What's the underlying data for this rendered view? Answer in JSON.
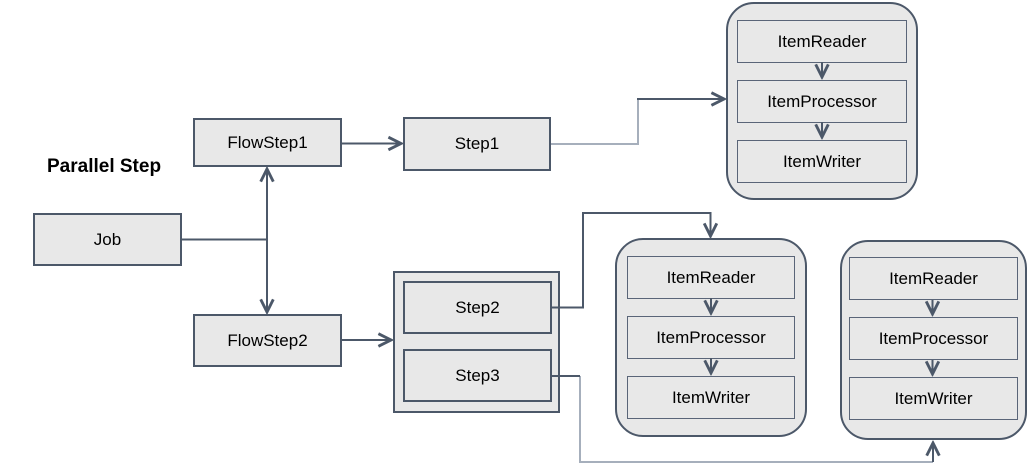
{
  "diagram": {
    "title": "Parallel Step",
    "nodes": {
      "job": {
        "label": "Job"
      },
      "flowstep1": {
        "label": "FlowStep1"
      },
      "flowstep2": {
        "label": "FlowStep2"
      },
      "step1": {
        "label": "Step1"
      },
      "step2": {
        "label": "Step2"
      },
      "step3": {
        "label": "Step3"
      }
    },
    "chunks": [
      {
        "items": [
          "ItemReader",
          "ItemProcessor",
          "ItemWriter"
        ]
      },
      {
        "items": [
          "ItemReader",
          "ItemProcessor",
          "ItemWriter"
        ]
      },
      {
        "items": [
          "ItemReader",
          "ItemProcessor",
          "ItemWriter"
        ]
      }
    ],
    "colors": {
      "background": "#ffffff",
      "node_fill": "#e8e8e8",
      "node_border": "#4c5869",
      "item_border": "#5a6578",
      "wire_dark": "#4c5869",
      "wire_light": "#a6afbc",
      "text": "#000000"
    }
  }
}
